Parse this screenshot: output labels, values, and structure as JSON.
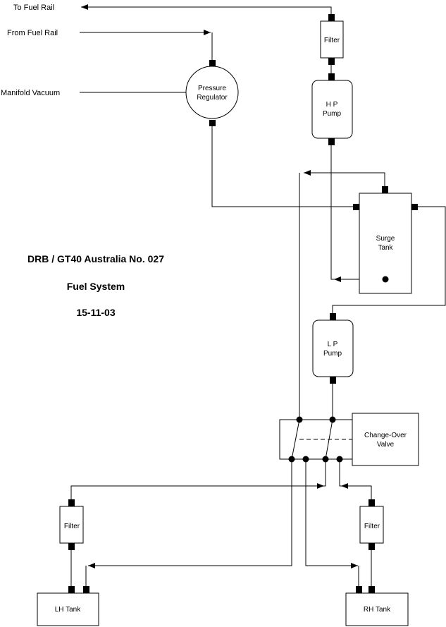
{
  "inputs": {
    "to_fuel_rail": "To Fuel Rail",
    "from_fuel_rail": "From Fuel Rail",
    "manifold_vacuum": "Manifold Vacuum"
  },
  "components": {
    "filter_top": "Filter",
    "pressure_regulator_line1": "Pressure",
    "pressure_regulator_line2": "Regulator",
    "hp_pump_line1": "H P",
    "hp_pump_line2": "Pump",
    "surge_tank_line1": "Surge",
    "surge_tank_line2": "Tank",
    "lp_pump_line1": "L P",
    "lp_pump_line2": "Pump",
    "changeover_line1": "Change-Over",
    "changeover_line2": "Valve",
    "filter_left": "Filter",
    "filter_right": "Filter",
    "lh_tank": "LH Tank",
    "rh_tank": "RH Tank"
  },
  "title_block": {
    "project": "DRB / GT40 Australia  No. 027",
    "title": "Fuel System",
    "date": "15-11-03"
  }
}
